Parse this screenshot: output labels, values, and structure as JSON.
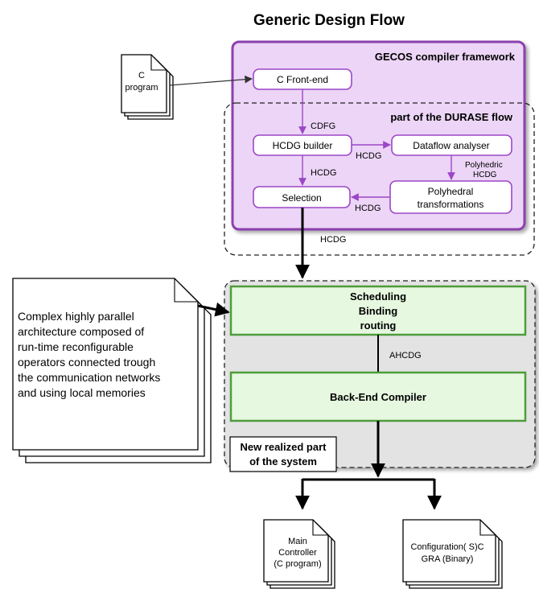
{
  "title": "Generic Design Flow",
  "gecos": {
    "title": "GECOS compiler framework",
    "front_end": "C Front-end",
    "durase_title": "part of the DURASE flow",
    "hcdg_builder": "HCDG builder",
    "dataflow": "Dataflow analyser",
    "selection": "Selection",
    "poly_line1": "Polyhedral",
    "poly_line2": "transformations"
  },
  "input_doc": {
    "line1": "C",
    "line2": "program"
  },
  "edges": {
    "cdfg": "CDFG",
    "hcdg_right": "HCDG",
    "hcdg_down": "HCDG",
    "polyhedric_line1": "Polyhedric",
    "polyhedric_line2": "HCDG",
    "hcdg_left": "HCDG",
    "hcdg_out": "HCDG",
    "ahcdg": "AHCDG"
  },
  "architecture": {
    "lines": [
      "Complex highly parallel",
      "architecture composed of",
      "run-time reconfigurable",
      "operators connected trough",
      "the communication networks",
      "and using local memories"
    ]
  },
  "backend": {
    "sched_line1": "Scheduling",
    "sched_line2": "Binding",
    "sched_line3": "routing",
    "compiler": "Back-End Compiler",
    "new_part_line1": "New realized part",
    "new_part_line2": "of the system"
  },
  "outputs": {
    "main_line1": "Main",
    "main_line2": "Controller",
    "main_line3": "(C program)",
    "config_line1": "Configuration( S)C",
    "config_line2": "GRA (Binary)"
  },
  "colors": {
    "gecos_fill": "#ecd5f6",
    "gecos_stroke": "#8c3fae",
    "purple_arrow": "#9b47c7",
    "backend_fill": "#e3e3e3",
    "green_fill": "#e6f8e0",
    "green_stroke": "#4e9c3b"
  }
}
